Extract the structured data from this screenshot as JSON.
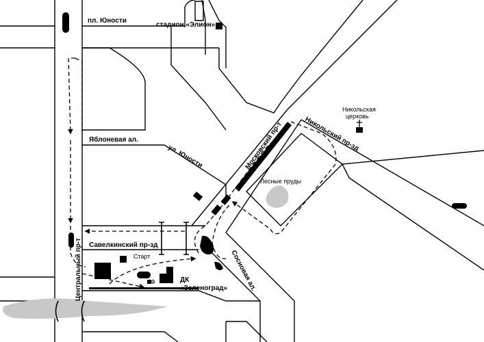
{
  "map": {
    "labels": {
      "pl_yunosti": "пл. Юности",
      "stadium": "стадион «Элион»",
      "nikolskaya_church": "Никольская церковь",
      "nikolskaya_line1": "Никольская",
      "nikolskaya_line2": "церковь",
      "nikolsky_proezd": "Никольский пр-зд",
      "moskovsky_prospekt": "Московский пр-т",
      "yablonevaya": "Яблоневая ал.",
      "ul_yunosti": "ул. Юности",
      "lesnye_prudy": "Лесные пруды",
      "savelkinsky": "Савелкинский пр-зд",
      "start": "Старт",
      "sosnovaya": "Сосновая ал.",
      "tsentralny": "Центральный пр-т",
      "dk_line1": "ДК",
      "dk_line2": "«Зеленоград»",
      "phi": "Ф"
    },
    "colors": {
      "background": "#ffffff",
      "road_outline": "#000000",
      "water": "#c8c8c8",
      "marker": "#000000"
    },
    "icons": [
      "church-icon",
      "stadium-icon",
      "bus-stop-icon",
      "building-icon",
      "route-arrow-icon"
    ]
  }
}
